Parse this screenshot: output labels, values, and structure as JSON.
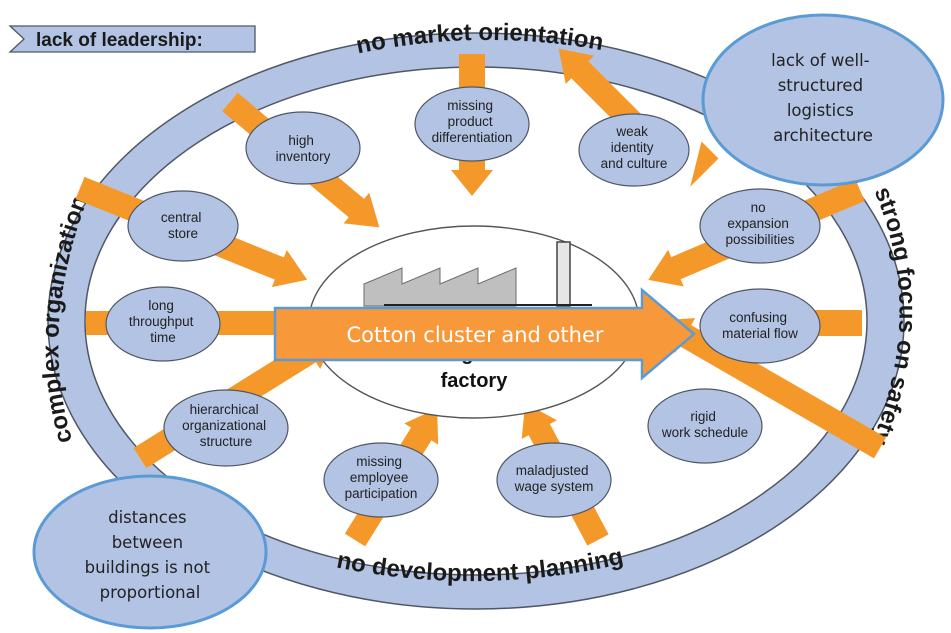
{
  "diagram": {
    "tag_label": "lack of leadership:",
    "ring_labels": {
      "top": "no market orientation",
      "left": "complex organization",
      "right": "strong focus on safety",
      "bottom": "no development planning"
    },
    "center_label": [
      "stagnant",
      "factory"
    ],
    "problems": [
      [
        "missing",
        "product",
        "differentiation"
      ],
      [
        "weak",
        "identity",
        "and culture"
      ],
      [
        "no",
        "expansion",
        "possibilities"
      ],
      [
        "confusing",
        "material flow"
      ],
      [
        "rigid",
        "work schedule"
      ],
      [
        "maladjusted",
        "wage system"
      ],
      [
        "missing",
        "employee",
        "participation"
      ],
      [
        "hierarchical",
        "organizational",
        "structure"
      ],
      [
        "long",
        "throughput",
        "time"
      ],
      [
        "central",
        "store"
      ],
      [
        "high",
        "inventory"
      ]
    ],
    "callouts": {
      "top_right": [
        "lack of well-",
        "structured",
        "logistics",
        "architecture"
      ],
      "bottom_left": [
        "distances",
        "between",
        "buildings is not",
        "proportional"
      ]
    },
    "banner": "Cotton cluster and other",
    "colors": {
      "ring": "#b3c3e3",
      "bubble": "#b3c3e3",
      "arrow": "#f5982a",
      "callout_border": "#5b9bd5",
      "banner": "#f7993b"
    }
  }
}
